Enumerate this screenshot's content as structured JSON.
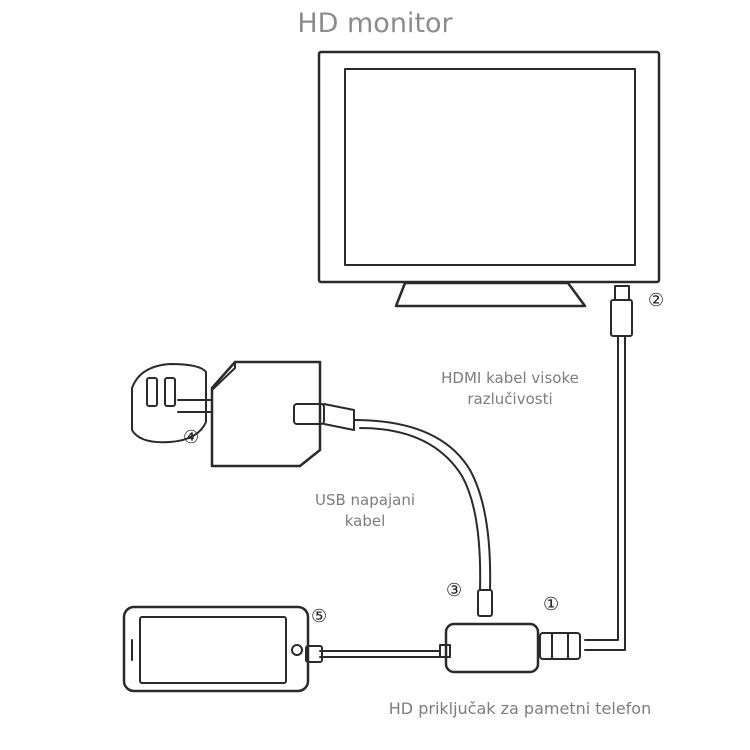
{
  "title": "HD monitor",
  "labels": {
    "hdmi_cable_line1": "HDMI kabel visoke",
    "hdmi_cable_line2": "razlučivosti",
    "usb_cable_line1": "USB napajani",
    "usb_cable_line2": "kabel",
    "adapter": "HD priključak za pametni telefon"
  },
  "markers": {
    "one": "①",
    "two": "②",
    "three": "③",
    "four": "④",
    "five": "⑤"
  },
  "colors": {
    "line": "#2a2a2a",
    "label_text": "#7d7d7d"
  }
}
